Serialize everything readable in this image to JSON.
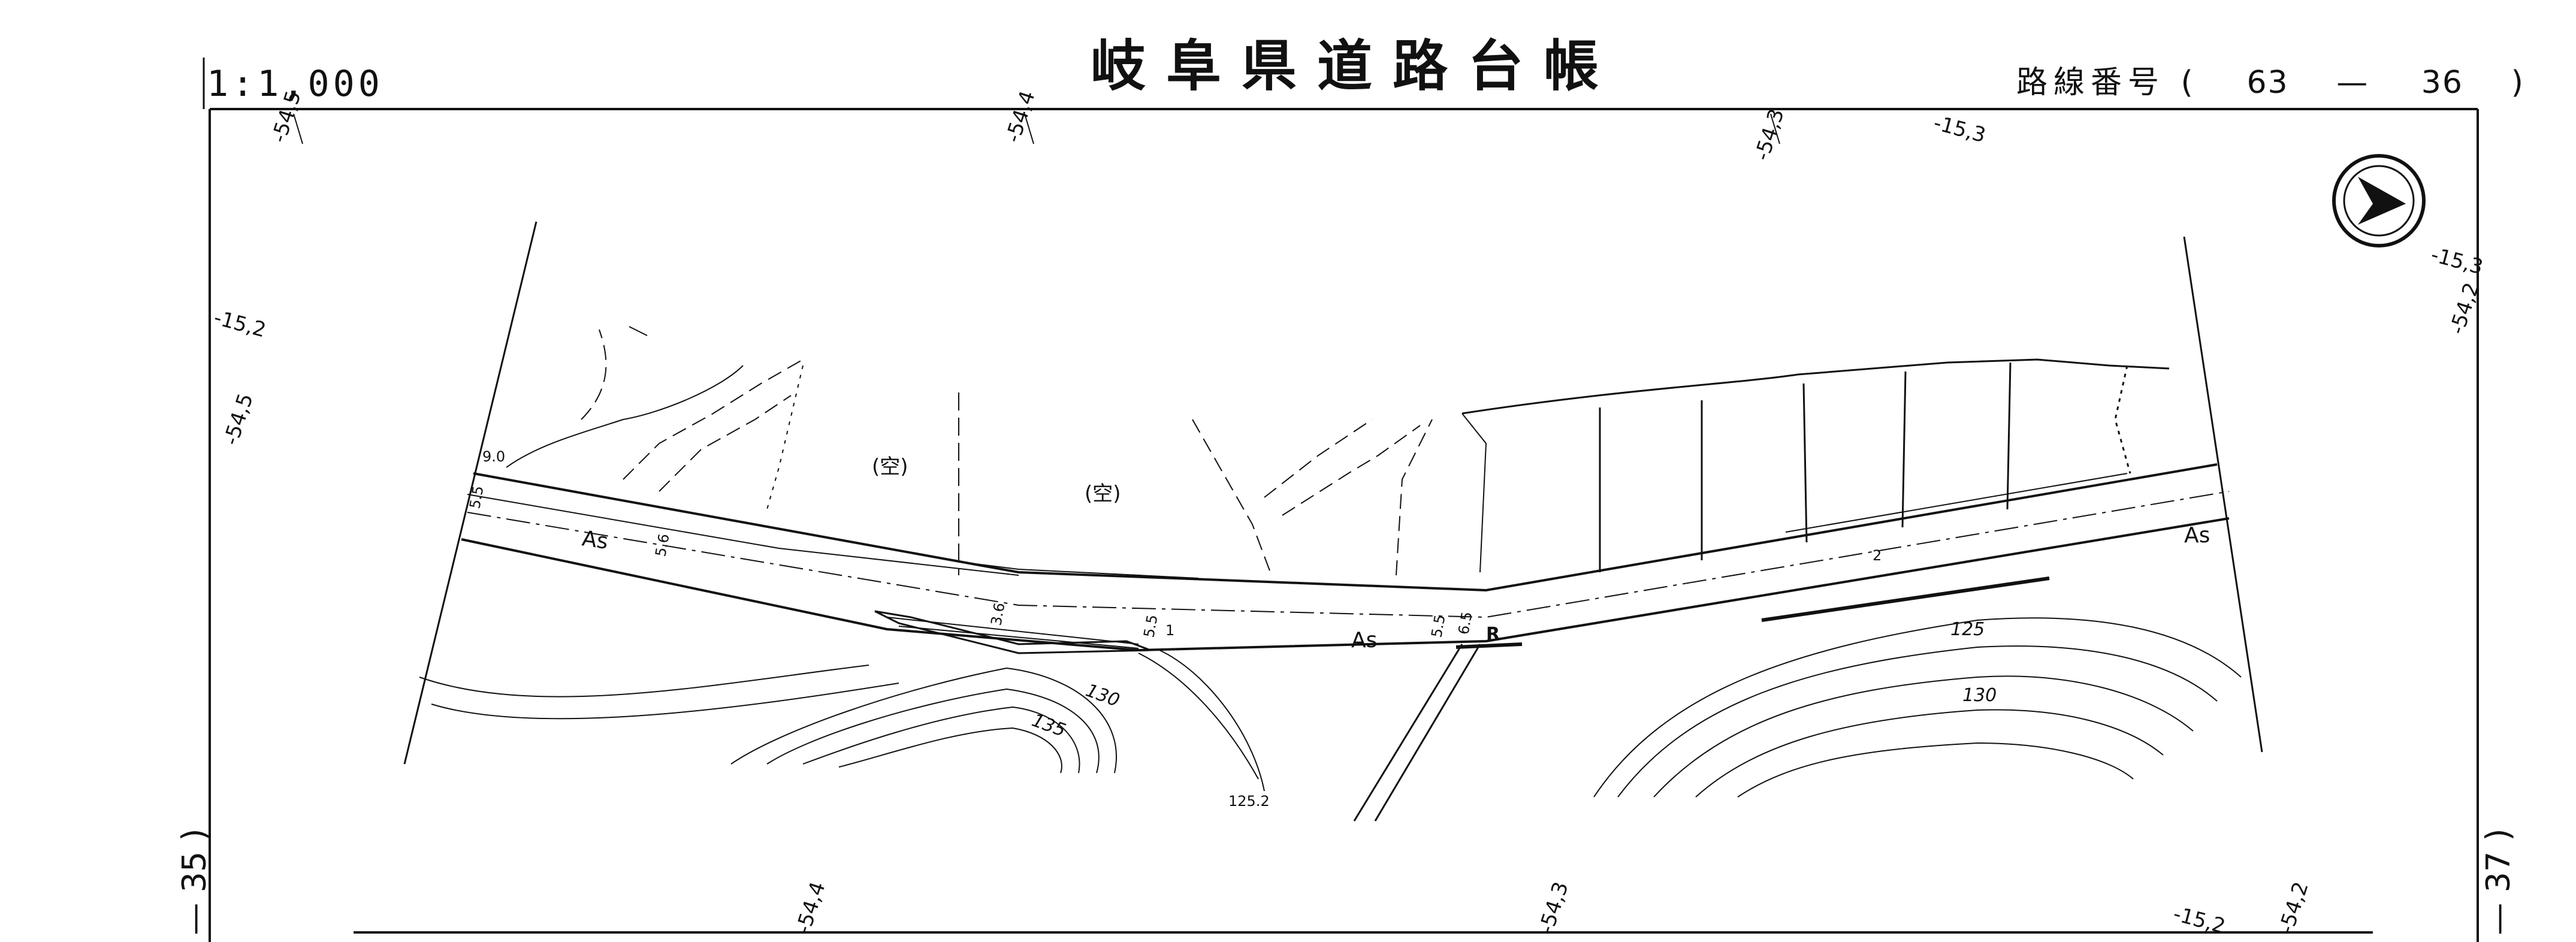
{
  "header": {
    "scale": "1:1,000",
    "title": "岐阜県道路台帳",
    "route_label": "路線番号",
    "route_open": "(",
    "route_number": "63",
    "route_dash": "—",
    "route_sheet": "36",
    "route_close": ")"
  },
  "side_labels": {
    "left": "— 35 )",
    "right": "— 37 )"
  },
  "map": {
    "grid_labels": [
      "-54,5",
      "-54,4",
      "-54,3",
      "-15,3",
      "-15,3",
      "-54,2",
      "-15,2",
      "-54,5",
      "-54,4",
      "-54,3",
      "-15,2",
      "-54,2"
    ],
    "road_labels": [
      "As",
      "As",
      "As"
    ],
    "vacant_labels": [
      "(空)",
      "(空)"
    ],
    "widths": [
      "9.0",
      "5.5",
      "5.6",
      "3.6",
      "5.5",
      "5.5",
      "6.5",
      "2",
      "1"
    ],
    "marker_R": "R",
    "contours": [
      "135",
      "130",
      "125",
      "130"
    ],
    "elevation_point": "125.2",
    "colors": {
      "ink": "#111111",
      "paper": "#ffffff"
    },
    "north_arrow": "north-arrow-icon"
  }
}
